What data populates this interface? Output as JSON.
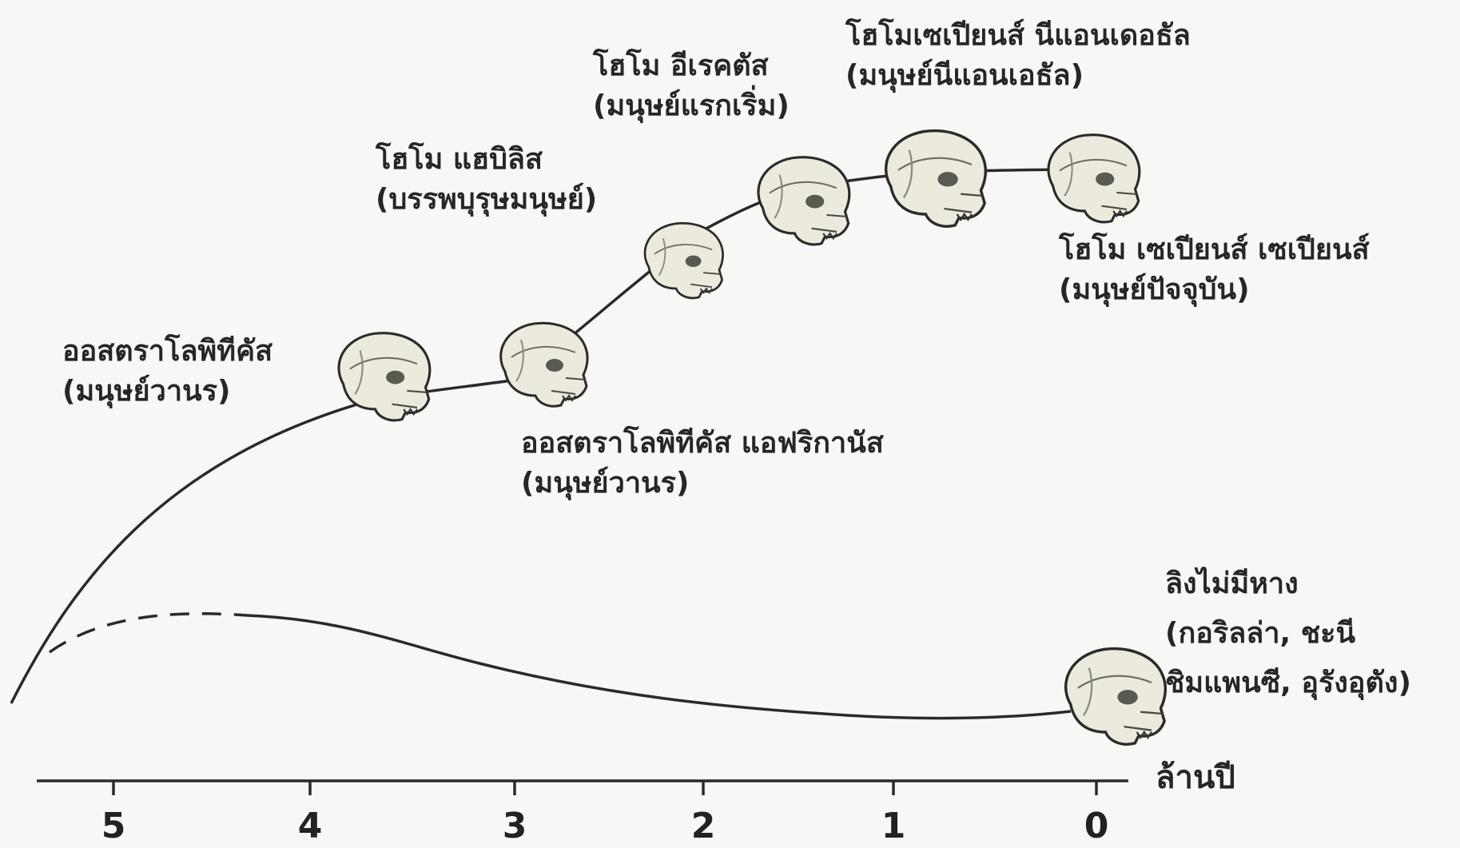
{
  "lineage": [
    {
      "id": "australopithecus",
      "name": "ออสตราโลพิทีคัส",
      "common": "(มนุษย์วานร)"
    },
    {
      "id": "australopithecus-africanus",
      "name": "ออสตราโลพิทีคัส แอฟริกานัส",
      "common": "(มนุษย์วานร)"
    },
    {
      "id": "homo-habilis",
      "name": "โฮโม แฮบิลิส",
      "common": "(บรรพบุรุษมนุษย์)"
    },
    {
      "id": "homo-erectus",
      "name": "โฮโม อีเรคตัส",
      "common": "(มนุษย์แรกเริ่ม)"
    },
    {
      "id": "neanderthal",
      "name": "โฮโมเซเปียนส์ นีแอนเดอธัล",
      "common": "(มนุษย์นีแอนเอธัล)"
    },
    {
      "id": "homo-sapiens-sapiens",
      "name": "โฮโม เซเปียนส์ เซเปียนส์",
      "common": "(มนุษย์ปัจจุบัน)"
    }
  ],
  "apes": {
    "title": "ลิงไม่มีหาง",
    "lines": [
      "(กอริลล่า, ชะนี",
      "ชิมแพนซี, อุรังอุตัง)"
    ]
  },
  "axis": {
    "unit": "ล้านปี",
    "ticks": [
      "5",
      "4",
      "3",
      "2",
      "1",
      "0"
    ]
  },
  "colors": {
    "line": "#2a2a2a",
    "skull_fill": "#eceadc",
    "skull_stroke": "#2b2b2b",
    "background": "#f7f7f5"
  }
}
